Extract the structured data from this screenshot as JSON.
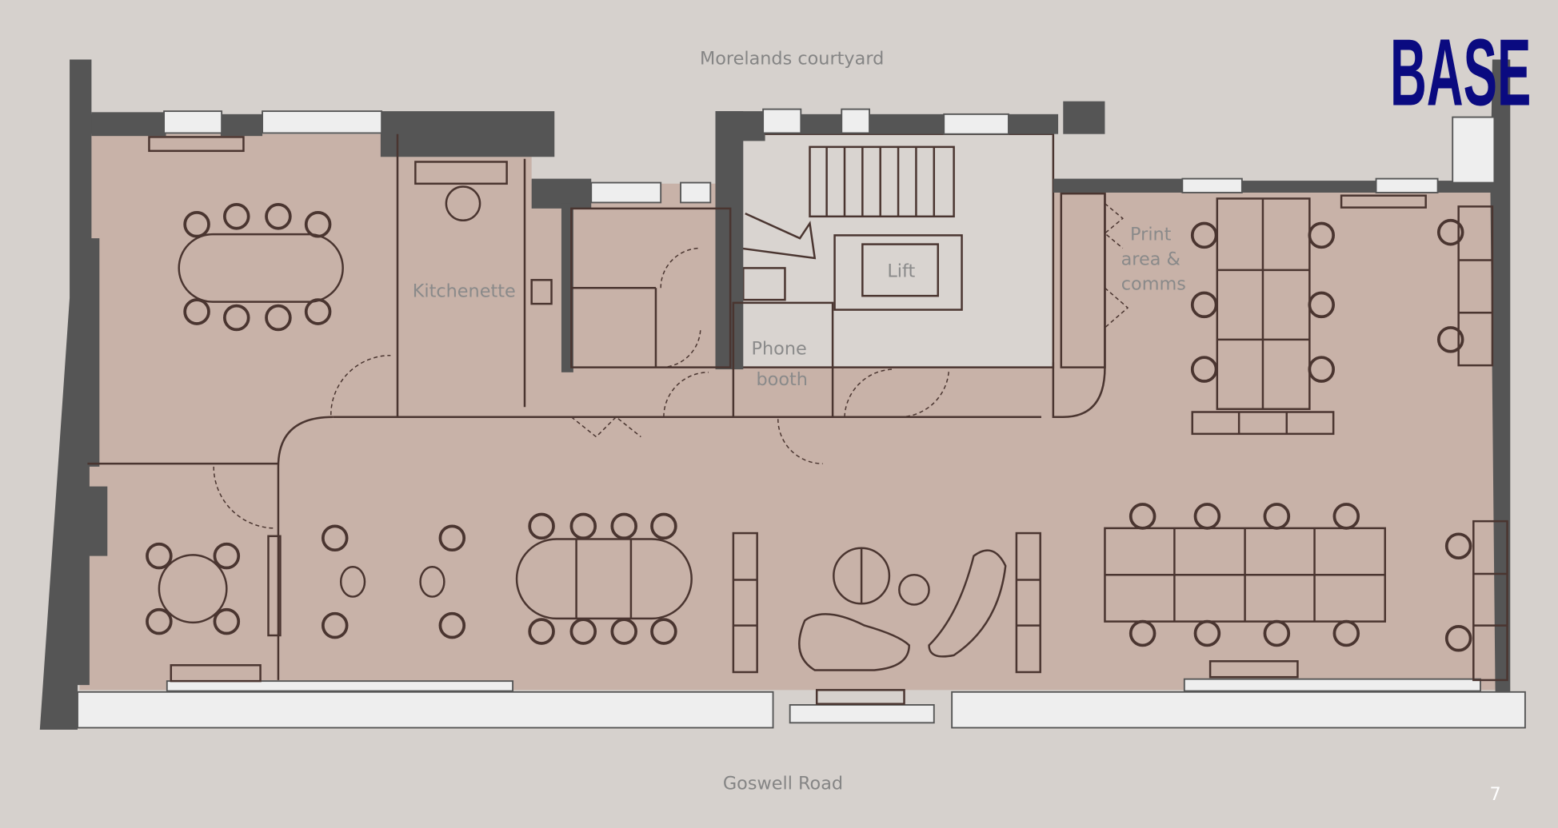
{
  "labels": {
    "top_street": "Morelands courtyard",
    "bottom_street": "Goswell Road",
    "kitchenette": "Kitchenette",
    "print_area": [
      "Print",
      "area &",
      "comms"
    ],
    "lift": "Lift",
    "phone_booth": [
      "Phone",
      "booth"
    ]
  },
  "logo": "BASE",
  "page_number": "7",
  "colors": {
    "background": "#d6d1cd",
    "floor": "#c8b2a8",
    "walls": "#555555",
    "lines": "#4a3530",
    "logo": "#0a0a80"
  }
}
